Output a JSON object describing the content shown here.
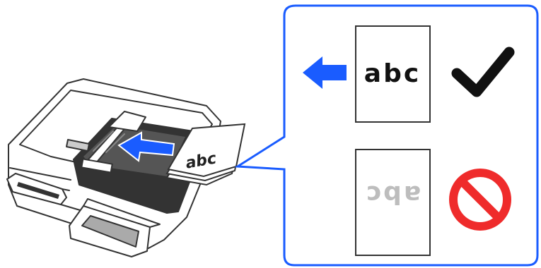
{
  "scanner": {
    "feed_paper_text": "abc"
  },
  "callout": {
    "correct": {
      "paper_text": "abc",
      "direction_arrow": "left-arrow-icon",
      "mark_icon": "checkmark-icon",
      "mark_color": "#111111"
    },
    "incorrect": {
      "paper_text": "abc",
      "text_orientation": "rotated-180",
      "mark_icon": "prohibited-icon",
      "mark_color": "#ef2b2b"
    }
  },
  "colors": {
    "accent_blue": "#1a5cff",
    "callout_border": "#1a5cff",
    "feed_arrow": "#1a5cff",
    "tray_dark": "#333333",
    "faded_text": "#bdbdbd"
  }
}
